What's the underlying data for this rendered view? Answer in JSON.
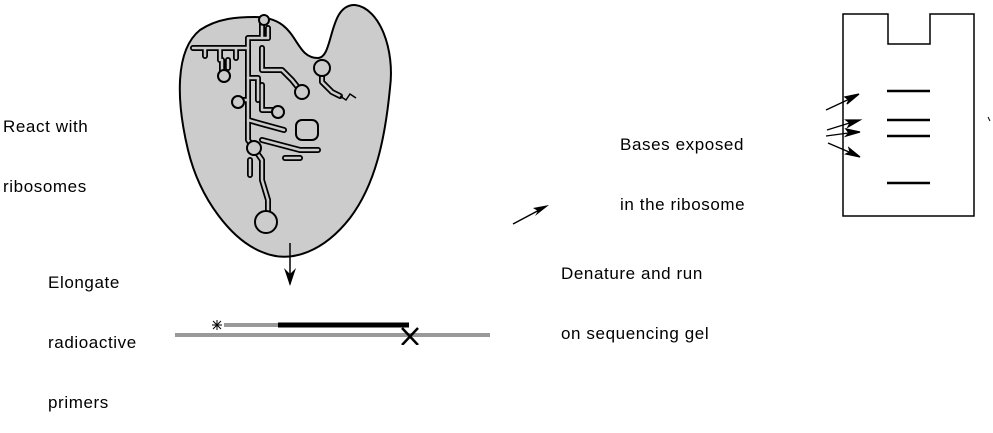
{
  "labels": {
    "react": [
      "React with",
      "ribosomes"
    ],
    "elongate": [
      "Elongate",
      "radioactive",
      "primers"
    ],
    "denature": [
      "Denature and run",
      "on sequencing gel"
    ],
    "bases": [
      "Bases exposed",
      "in the ribosome"
    ]
  },
  "colors": {
    "ribosome_fill": "#cccccc",
    "outline": "#000000",
    "rna_strand": "#999999",
    "primer_extension": "#000000"
  },
  "icons": {
    "radiolabel": "asterisk",
    "stop": "x-mark"
  }
}
